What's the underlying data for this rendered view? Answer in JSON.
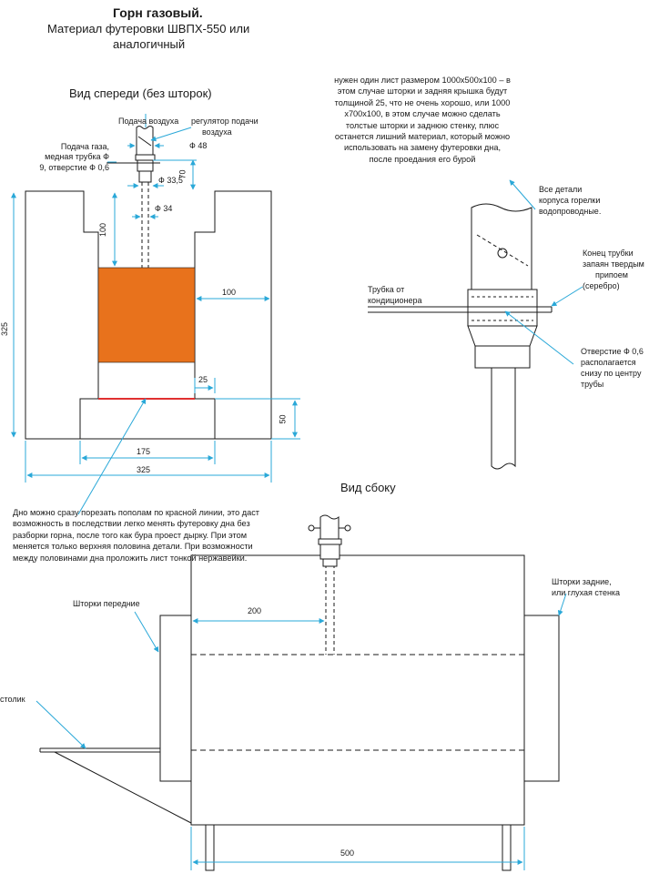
{
  "header": {
    "title": "Горн газовый.",
    "subtitle_line1": "Материал футеровки ШВПХ-550 или",
    "subtitle_line2": "аналогичный"
  },
  "front_view": {
    "heading": "Вид спереди (без шторок)",
    "air_supply": "Подача воздуха",
    "air_regulator_line1": "регулятор подачи",
    "air_regulator_line2": "воздуха",
    "gas_supply_line1": "Подача газа,",
    "gas_supply_line2": "медная трубка Ф",
    "gas_supply_line3": "9, отверстие Ф 0,6",
    "dim_d48": "Ф 48",
    "dim_d33": "Ф 33,5",
    "dim_70": "70",
    "dim_d34": "Ф 34",
    "dim_100_vertical": "100",
    "dim_100_horizontal": "100",
    "dim_325_vertical": "325",
    "dim_25": "25",
    "dim_50": "50",
    "dim_175": "175",
    "dim_325_horizontal": "325"
  },
  "sheet_note": "нужен один лист размером 1000х500х100 – в этом случае шторки и задняя крышка будут толщиной 25, что не очень хорошо, или 1000 х700х100, в этом случае можно сделать толстые шторки и заднюю стенку, плюс останется лишний материал, который можно использовать на замену футеровки дна, после проедания его бурой",
  "burner_detail": {
    "parts_note_line1": "Все детали",
    "parts_note_line2": "корпуса горелки",
    "parts_note_line3": "водопроводные.",
    "tube_end_line1": "Конец трубки",
    "tube_end_line2": "запаян твердым",
    "tube_end_line3": "припоем",
    "tube_end_line4": "(серебро)",
    "ac_tube_line1": "Трубка от",
    "ac_tube_line2": "кондиционера",
    "hole_note_line1": "Отверстие Ф 0,6",
    "hole_note_line2": "располагается",
    "hole_note_line3": "снизу по центру",
    "hole_note_line4": "трубы"
  },
  "bottom_note": "Дно можно сразу порезать пополам по красной линии, это даст возможность в последствии легко менять футеровку дна без разборки горна, после того как бура проест дырку. При этом меняется только верхняя половина детали. При возможности между половинами дна проложить лист тонкой нержавейки.",
  "side_view": {
    "heading": "Вид сбоку",
    "front_shutters": "Шторки передние",
    "rear_shutters_line1": "Шторки задние,",
    "rear_shutters_line2": "или глухая стенка",
    "table": "столик",
    "dim_200": "200",
    "dim_500": "500"
  },
  "colors": {
    "line": "#1a1a1a",
    "dimension": "#2aa8d8",
    "chamber": "#e8721c",
    "cut_line": "#e03030"
  }
}
